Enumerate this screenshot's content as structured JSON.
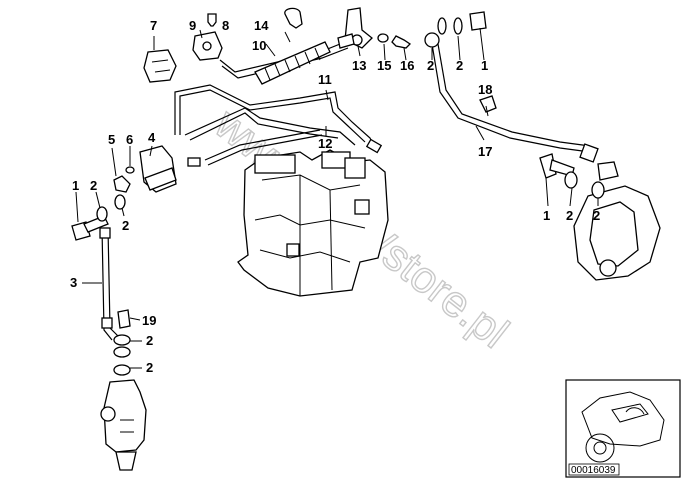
{
  "diagram": {
    "callouts": [
      {
        "id": "c7",
        "text": "7"
      },
      {
        "id": "c9",
        "text": "9"
      },
      {
        "id": "c8",
        "text": "8"
      },
      {
        "id": "c14",
        "text": "14"
      },
      {
        "id": "c10",
        "text": "10"
      },
      {
        "id": "c13",
        "text": "13"
      },
      {
        "id": "c15",
        "text": "15"
      },
      {
        "id": "c16",
        "text": "16"
      },
      {
        "id": "c2a",
        "text": "2"
      },
      {
        "id": "c2b",
        "text": "2"
      },
      {
        "id": "c1a",
        "text": "1"
      },
      {
        "id": "c18",
        "text": "18"
      },
      {
        "id": "c17",
        "text": "17"
      },
      {
        "id": "c11",
        "text": "11"
      },
      {
        "id": "c12",
        "text": "12"
      },
      {
        "id": "c5",
        "text": "5"
      },
      {
        "id": "c4",
        "text": "4"
      },
      {
        "id": "c6",
        "text": "6"
      },
      {
        "id": "c1b",
        "text": "1"
      },
      {
        "id": "c2c",
        "text": "2"
      },
      {
        "id": "c2d",
        "text": "2"
      },
      {
        "id": "c3",
        "text": "3"
      },
      {
        "id": "c19",
        "text": "19"
      },
      {
        "id": "c2e",
        "text": "2"
      },
      {
        "id": "c2f",
        "text": "2"
      },
      {
        "id": "c1c",
        "text": "1"
      },
      {
        "id": "c2g",
        "text": "2"
      },
      {
        "id": "c2h",
        "text": "2"
      }
    ],
    "watermark": "www.BMWstore.pl",
    "inset_reference": "00016039"
  }
}
